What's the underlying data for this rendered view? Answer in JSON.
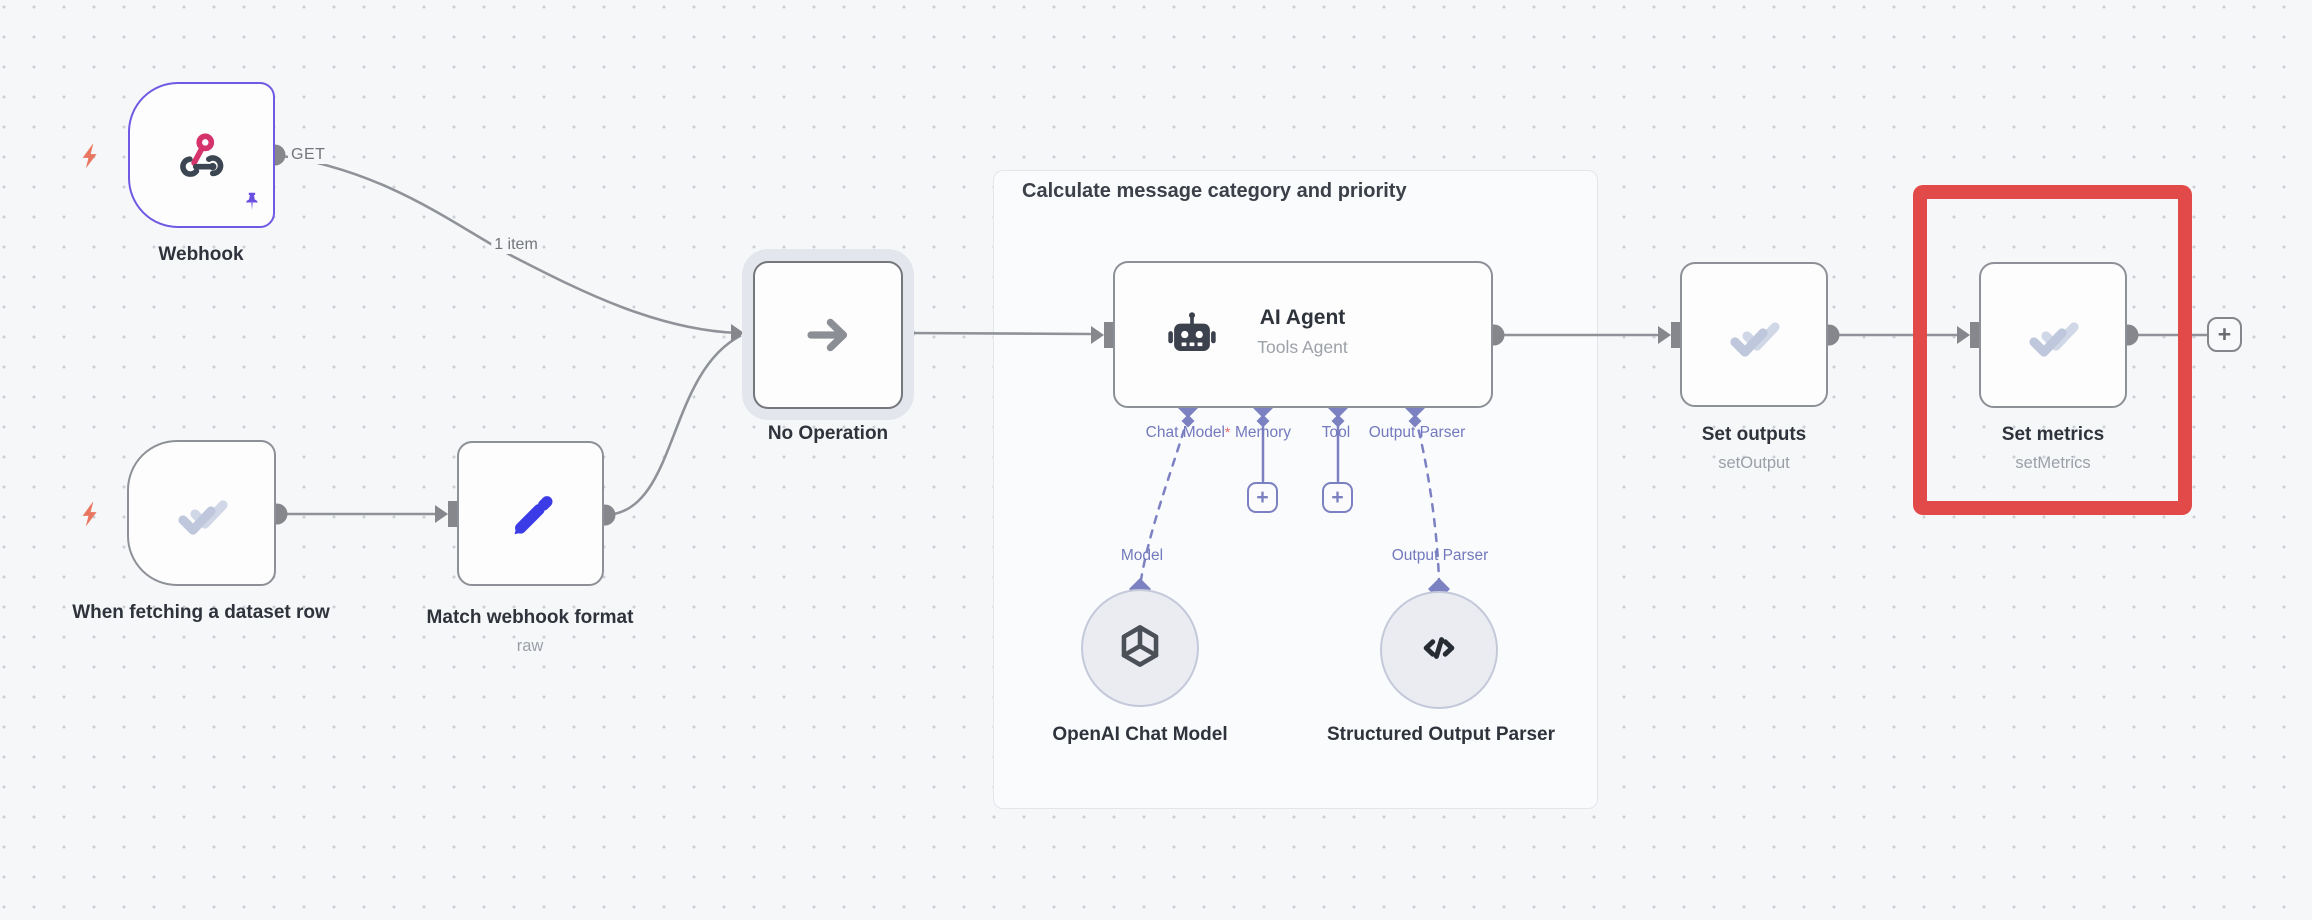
{
  "group": {
    "title": "Calculate message category and priority"
  },
  "nodes": {
    "webhook": {
      "label": "Webhook"
    },
    "dataset_trigger": {
      "label": "When fetching a dataset row"
    },
    "match": {
      "label": "Match webhook format",
      "subtitle": "raw"
    },
    "noop": {
      "label": "No Operation"
    },
    "agent": {
      "label": "AI Agent",
      "subtitle": "Tools Agent"
    },
    "set_outputs": {
      "label": "Set outputs",
      "subtitle": "setOutput"
    },
    "set_metrics": {
      "label": "Set metrics",
      "subtitle": "setMetrics"
    }
  },
  "subnodes": {
    "openai": {
      "label": "OpenAI Chat Model"
    },
    "sop": {
      "label": "Structured Output Parser"
    }
  },
  "ports": {
    "chat_model": "Chat Model",
    "memory": "Memory",
    "tool": "Tool",
    "output_parser": "Output Parser",
    "model": "Model",
    "output_parser_sub": "Output Parser",
    "required_marker": "*"
  },
  "edges": {
    "get_label": "GET",
    "one_item_label": "1 item"
  },
  "icons": {
    "plus": "+"
  },
  "colors": {
    "selected_node_border": "#6e5ae3",
    "highlight_red": "#e24a4a",
    "port_purple": "#7c81c2",
    "edge_gray": "#8f9298",
    "trigger_bolt_orange": "#e97660",
    "webhook_pink": "#d6336c",
    "pencil_blue": "#3c3ce6"
  }
}
